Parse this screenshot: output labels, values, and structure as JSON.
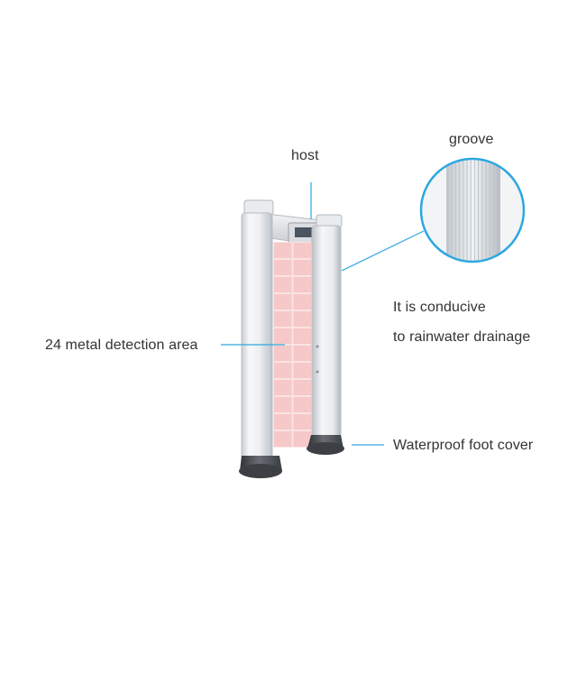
{
  "labels": {
    "host": "host",
    "groove": "groove",
    "conducive_line1": "It is conducive",
    "conducive_line2": "to rainwater drainage",
    "detection_area": "24 metal detection area",
    "foot_cover": "Waterproof foot cover"
  },
  "colors": {
    "leader_line": "#2ea7e0",
    "text": "#333333",
    "detection_zone": "#f6c8c8",
    "pillar": "#eef0f1",
    "foot": "#4a4d52"
  },
  "detection_grid": {
    "columns": 2,
    "rows": 12
  }
}
